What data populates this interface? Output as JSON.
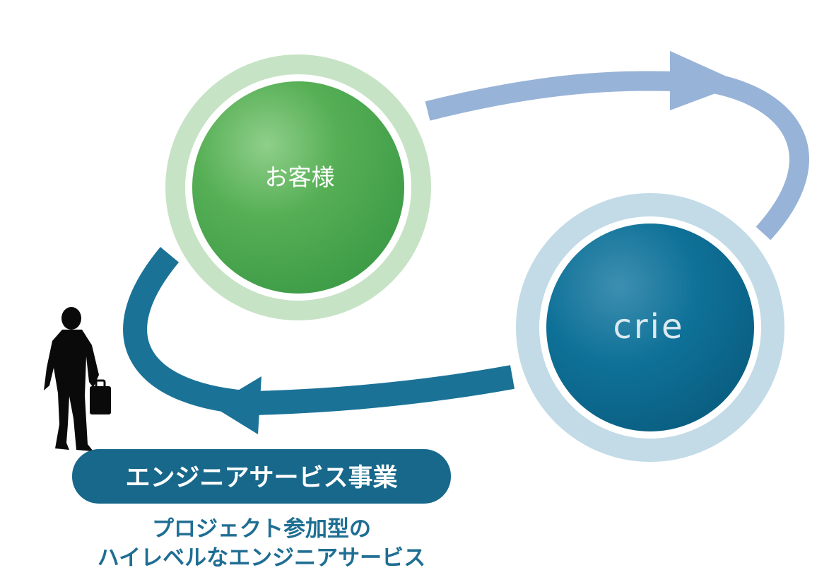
{
  "nodes": {
    "customer": {
      "label": "お客様"
    },
    "crie": {
      "label": "crie"
    }
  },
  "service": {
    "title": "エンジニアサービス事業",
    "description_line1": "プロジェクト参加型の",
    "description_line2": "ハイレベルなエンジニアサービス"
  },
  "colors": {
    "customer_green": "#4aa84f",
    "customer_ring": "#c7e3c5",
    "crie_blue": "#0a6e93",
    "crie_ring": "#c2dbe7",
    "arrow_light": "#98b3d8",
    "arrow_dark": "#1a7297",
    "pill": "#17688a",
    "caption": "#1f6e93",
    "silhouette": "#0a0a0a"
  }
}
